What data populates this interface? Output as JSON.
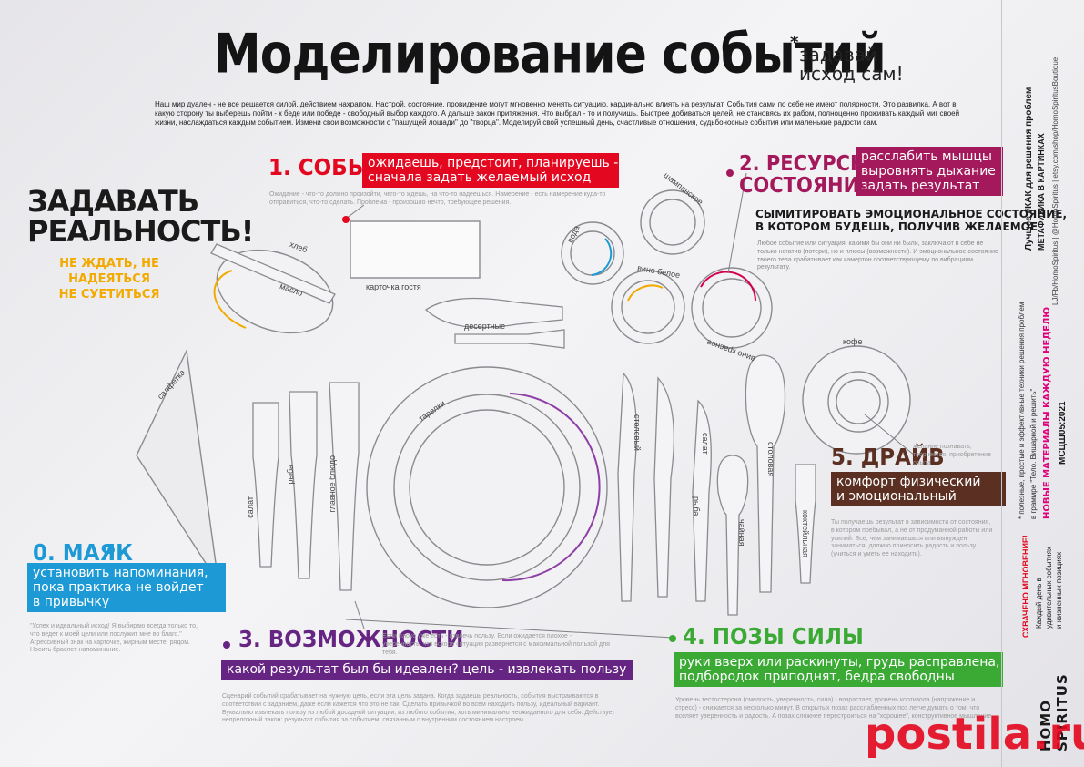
{
  "header": {
    "title": "Моделирование событий",
    "star": "*",
    "subtitle": "задавай\nисход сам!",
    "intro": "Наш мир дуален - не все решается силой, действием нахрапом. Настрой, состояние, провидение могут мгновенно менять ситуацию, кардинально влиять на результат. События сами по себе не имеют полярности. Это развилка. А вот в какую сторону ты выберешь пойти - к беде или победе - свободный выбор каждого. А дальше закон притяжения. Что выбрал - то и получишь. Быстрее добиваться целей, не становясь их рабом, полноценно проживать каждый миг своей жизни, наслаждаться каждым событием. Измени свои возможности с \"пашущей лошади\" до \"творца\". Моделируй свой успешный день, счастливые отношения, судьбоносные события или маленькие радости сам."
  },
  "left_block": {
    "line1": "задавать",
    "line2": "реальность!",
    "tag1": "не ждать, не надеяться",
    "tag2": "не суетиться"
  },
  "steps": {
    "s1": {
      "title": "1. событие",
      "box": "ожидаешь, предстоит, планируешь -\nсначала задать желаемый исход",
      "text": "Ожидание - что-то должно произойти, чего-то ждешь, на что-то надеешься. Намерение - есть намерение куда-то отправиться, что-то сделать. Проблема - произошло нечто, требующее решения.",
      "color": "#e3071f"
    },
    "s2": {
      "title": "2. ресурсное\nсостояние",
      "box": "расслабить мышцы\nвыровнять дыхание\nзадать результат",
      "sub": "сымитировать эмоциональное состояние,\nв котором будешь, получив желаемое",
      "text": "Любое событие или ситуация, какими бы они ни были, заключают в себе не только негатив (потери), но и плюсы (возможности). И эмоциональное состояние твоего тела срабатывает как камертон соответствующему по вибрациям результату.",
      "color": "#a3195b"
    },
    "s0": {
      "title": "0. маяк",
      "box": "установить напоминания,\nпока практика не войдет\nв привычку",
      "text": "\"Успех и идеальный исход! Я выбираю всегда только то, что ведет к моей цели или послужит мне во благо.\" Агрессивный знак на карточке, жирным месте, рядом. Носить браслет-напоминание.",
      "color": "#1d9ad6"
    },
    "s3": {
      "title": "3. возможности",
      "box": "какой результат был бы идеален? цель - извлекать пользу",
      "note": "Если плохо уже есть - извлечь пользу. Если ожидается плохое - уверенность, что вскоре ситуация развернется с максимальной пользой для тебя.",
      "text": "Сценарий событий срабатывает на нужную цель, если эта цель задана. Когда задаешь реальность, события выстраиваются в соответствии с заданием, даже если кажется что это не так. Сделать привычкой во всем находить пользу, идеальный вариант. Буквально извлекать пользу из любой досадной ситуации, из любого события, хоть минимально неожиданного для себя. Действует непреложный закон: результат события за событием, связанным с внутренним состоянием настроем.",
      "color": "#662483"
    },
    "s4": {
      "title": "4. позы силы",
      "box": "руки вверх или раскинуты, грудь расправлена,\nподбородок приподнят, бедра свободны",
      "text": "Уровень тестостерона (смелость, уверенность, сила) - возрастает, уровень кортизола (напряжение и стресс) - снижается за несколько минут. В открытых позах расслабленных поз легче думать о том, что вселяет уверенность и радость. А позах сложнее перестроиться на \"хорошее\", конструктивное мышление.",
      "color": "#3aaa35"
    },
    "s5": {
      "title": "5. драйв",
      "box": "комфорт физический\nи эмоциональный",
      "note": "желание познавать, творчество, приобретение опыта",
      "text": "Ты получаешь результат в зависимости от состояния, в котором пребывал, а не от продуманной работы или усилий. Все, чем занимаешься или вынужден заниматься, должно приносить радость и пользу (учиться и уметь ее находить).",
      "color": "#5b3022"
    }
  },
  "table_labels": {
    "bread": "хлеб",
    "butter": "масло",
    "card": "карточка гостя",
    "dessert": "десертные",
    "water": "вода",
    "champagne": "шампанское",
    "white_wine": "вино белое",
    "red_wine": "вино красное",
    "coffee": "кофе",
    "plates": "тарелки",
    "napkin": "салфетка",
    "salad_fork": "салат",
    "fish_fork": "рыба",
    "main_fork": "главное блюдо",
    "table_knife": "столовый",
    "fish_knife": "рыба",
    "salad_knife": "салат",
    "soup_spoon": "столовая",
    "tea_spoon": "чайная",
    "cocktail_fork": "коктейльная"
  },
  "side_panel": {
    "best": "Лучшее #КАК для решения проблем",
    "best2": "МЕТАФИЗИКА В КАРТИНКАХ",
    "links": "LJ/Fb/HomoSpiritus | @HomoSpiritus | etsy.com/shop/HomoSpiritusBoutique",
    "note1": "* полезные, простые и эффективные техники решения проблем",
    "note2": "в граммре \"Тело. Вишарной и решить\"",
    "new": "НОВЫЕ МАТЕРИАЛЫ КАЖДУЮ НЕДЕЛЮ",
    "code": "МСЦШ05:2021",
    "catch_title": "СХВАЧЕНО МГНОВЕНИЕ!",
    "catch1": "Каждый день в",
    "catch2": "удивительных событиях",
    "catch3": "и жизненных позициях",
    "brand": "HOMO SPIRITUS"
  },
  "watermark": "postila.ru"
}
